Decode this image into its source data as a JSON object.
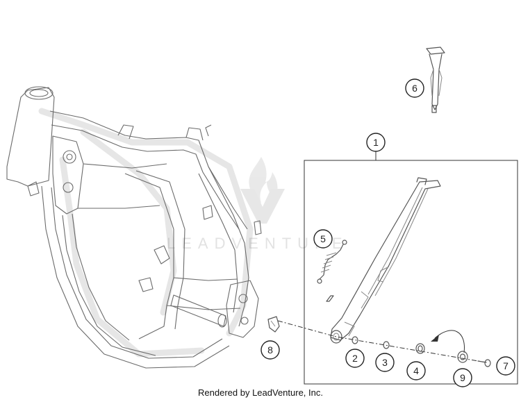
{
  "watermark": {
    "text": "LEADVENTURE"
  },
  "callouts": [
    {
      "id": "1",
      "label": "1"
    },
    {
      "id": "2",
      "label": "2"
    },
    {
      "id": "3",
      "label": "3"
    },
    {
      "id": "4",
      "label": "4"
    },
    {
      "id": "5",
      "label": "5"
    },
    {
      "id": "6",
      "label": "6"
    },
    {
      "id": "7",
      "label": "7"
    },
    {
      "id": "8",
      "label": "8"
    },
    {
      "id": "9",
      "label": "9"
    }
  ],
  "footer": {
    "text": "Rendered by LeadVenture, Inc."
  }
}
